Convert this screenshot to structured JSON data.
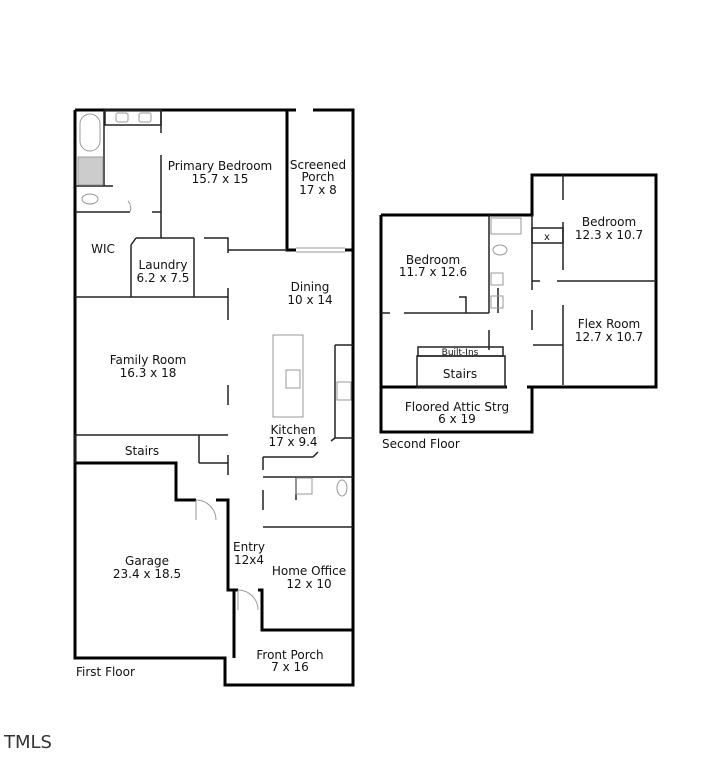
{
  "first_floor": {
    "caption": "First Floor",
    "rooms": [
      {
        "name": "Primary Bedroom",
        "dims": "15.7 x 15"
      },
      {
        "name": "Screened",
        "name2": "Porch",
        "dims": "17 x 8"
      },
      {
        "name": "WIC"
      },
      {
        "name": "Laundry",
        "dims": "6.2 x 7.5"
      },
      {
        "name": "Dining",
        "dims": "10 x 14"
      },
      {
        "name": "Family Room",
        "dims": "16.3 x 18"
      },
      {
        "name": "Kitchen",
        "dims": "17 x 9.4"
      },
      {
        "name": "Stairs"
      },
      {
        "name": "Garage",
        "dims": "23.4 x 18.5"
      },
      {
        "name": "Entry",
        "dims": "12x4"
      },
      {
        "name": "Home Office",
        "dims": "12 x 10"
      },
      {
        "name": "Front Porch",
        "dims": "7 x 16"
      }
    ]
  },
  "second_floor": {
    "caption": "Second Floor",
    "rooms": [
      {
        "name": "Bedroom",
        "dims": "11.7 x 12.6"
      },
      {
        "name": "Bedroom",
        "dims": "12.3 x 10.7"
      },
      {
        "name": "Flex Room",
        "dims": "12.7 x 10.7"
      },
      {
        "name": "Built-Ins"
      },
      {
        "name": "Stairs"
      },
      {
        "name": "Floored Attic Strg",
        "dims": "6 x 19"
      },
      {
        "name": "x"
      }
    ]
  },
  "watermark": "TMLS"
}
